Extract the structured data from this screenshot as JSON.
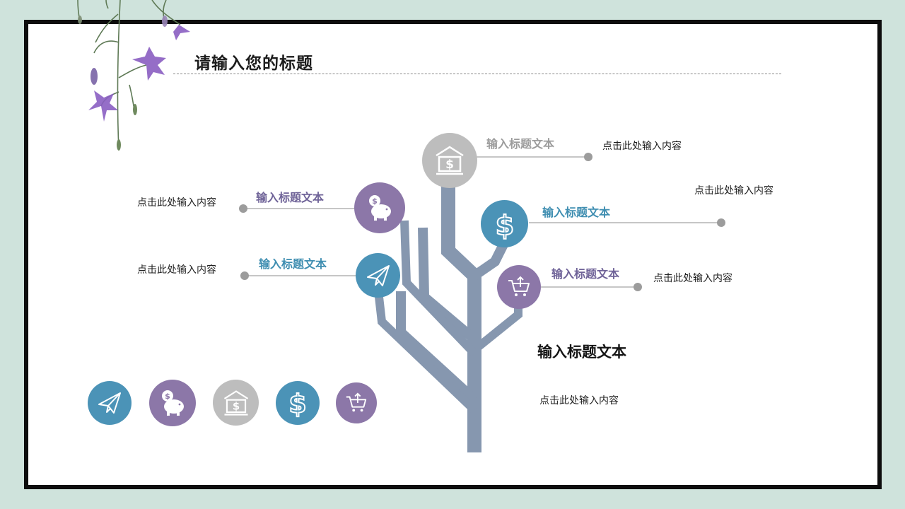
{
  "slide": {
    "title": "请输入您的标题"
  },
  "colors": {
    "trunk": "#8697af",
    "gray": "#bdbdbd",
    "purple": "#8c77a8",
    "blue": "#4b93b7",
    "background": "#cfe3dc",
    "frame": "#0d0d0d"
  },
  "nodes": [
    {
      "id": "bank",
      "icon": "bank-icon",
      "label": "输入标题文本",
      "desc": "点击此处输入内容",
      "color": "gray"
    },
    {
      "id": "piggy",
      "icon": "piggy-bank-icon",
      "label": "输入标题文本",
      "desc": "点击此处输入内容",
      "color": "purple"
    },
    {
      "id": "dollar",
      "icon": "dollar-icon",
      "label": "输入标题文本",
      "desc": "点击此处输入内容",
      "color": "blue"
    },
    {
      "id": "plane",
      "icon": "paper-plane-icon",
      "label": "输入标题文本",
      "desc": "点击此处输入内容",
      "color": "blue"
    },
    {
      "id": "cart",
      "icon": "shopping-cart-icon",
      "label": "输入标题文本",
      "desc": "点击此处输入内容",
      "color": "purple"
    }
  ],
  "summary": {
    "title": "输入标题文本",
    "desc": "点击此处输入内容"
  },
  "legend_icons": [
    "paper-plane-icon",
    "piggy-bank-icon",
    "bank-icon",
    "dollar-icon",
    "shopping-cart-icon"
  ]
}
